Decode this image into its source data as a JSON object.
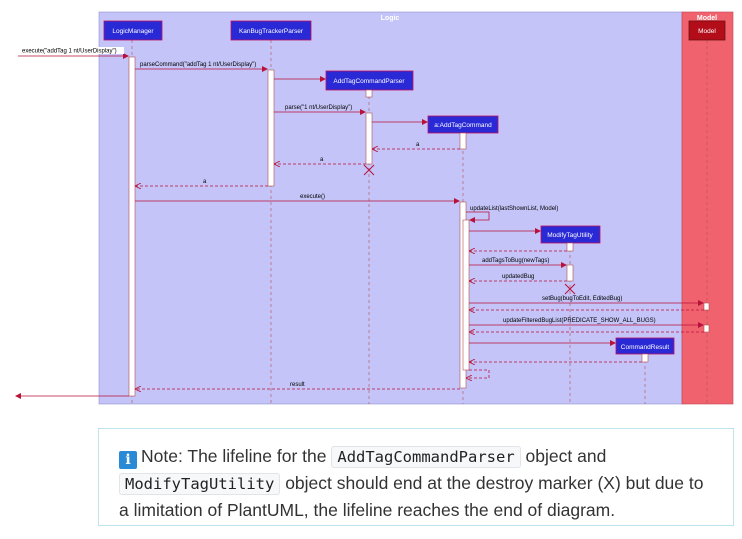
{
  "frames": {
    "logic": "Logic",
    "model": "Model"
  },
  "participants": {
    "logic_manager": "LogicManager",
    "kanbug_parser": "KanBugTrackerParser",
    "add_tag_parser": "AddTagCommandParser",
    "add_tag_command": "a:AddTagCommand",
    "modify_tag_utility": "ModifyTagUtility",
    "command_result": "CommandResult",
    "model": "Model"
  },
  "messages": {
    "execute_call": "execute(\"addTag 1 nt/UserDisplay\")",
    "parse_command": "parseCommand(\"addTag 1 nt/UserDisplay\")",
    "parse": "parse(\"1 nt/UserDisplay\")",
    "return_a_1": "a",
    "return_a_2": "a",
    "return_a_3": "a",
    "execute": "execute()",
    "update_list": "updateList(lastShownList, Model)",
    "add_tags_to_bug": "addTagsToBug(newTags)",
    "updated_bug": "updatedBug",
    "set_bug": "setBug(bugToEdit, EditedBug)",
    "update_filtered": "updateFilteredBugList(PREDICATE_SHOW_ALL_BUGS)",
    "result": "result"
  },
  "note": {
    "icon": "info-icon",
    "text_1": "Note: The lifeline for the",
    "code_1": "AddTagCommandParser",
    "text_2": "object and",
    "code_2": "ModifyTagUtility",
    "text_3": "object should end at the destroy marker (X) but due to a limitation of PlantUML, the lifeline reaches the end of diagram."
  },
  "colors": {
    "logic_bg": "#c4c4f8",
    "model_bg": "#f0636e",
    "participant_box": "#2929d6",
    "model_box": "#b30d1a",
    "arrow": "#b8123a",
    "lifeline": "#b05050",
    "activation": "#ffffff",
    "info_icon": "#2b8ad6"
  }
}
